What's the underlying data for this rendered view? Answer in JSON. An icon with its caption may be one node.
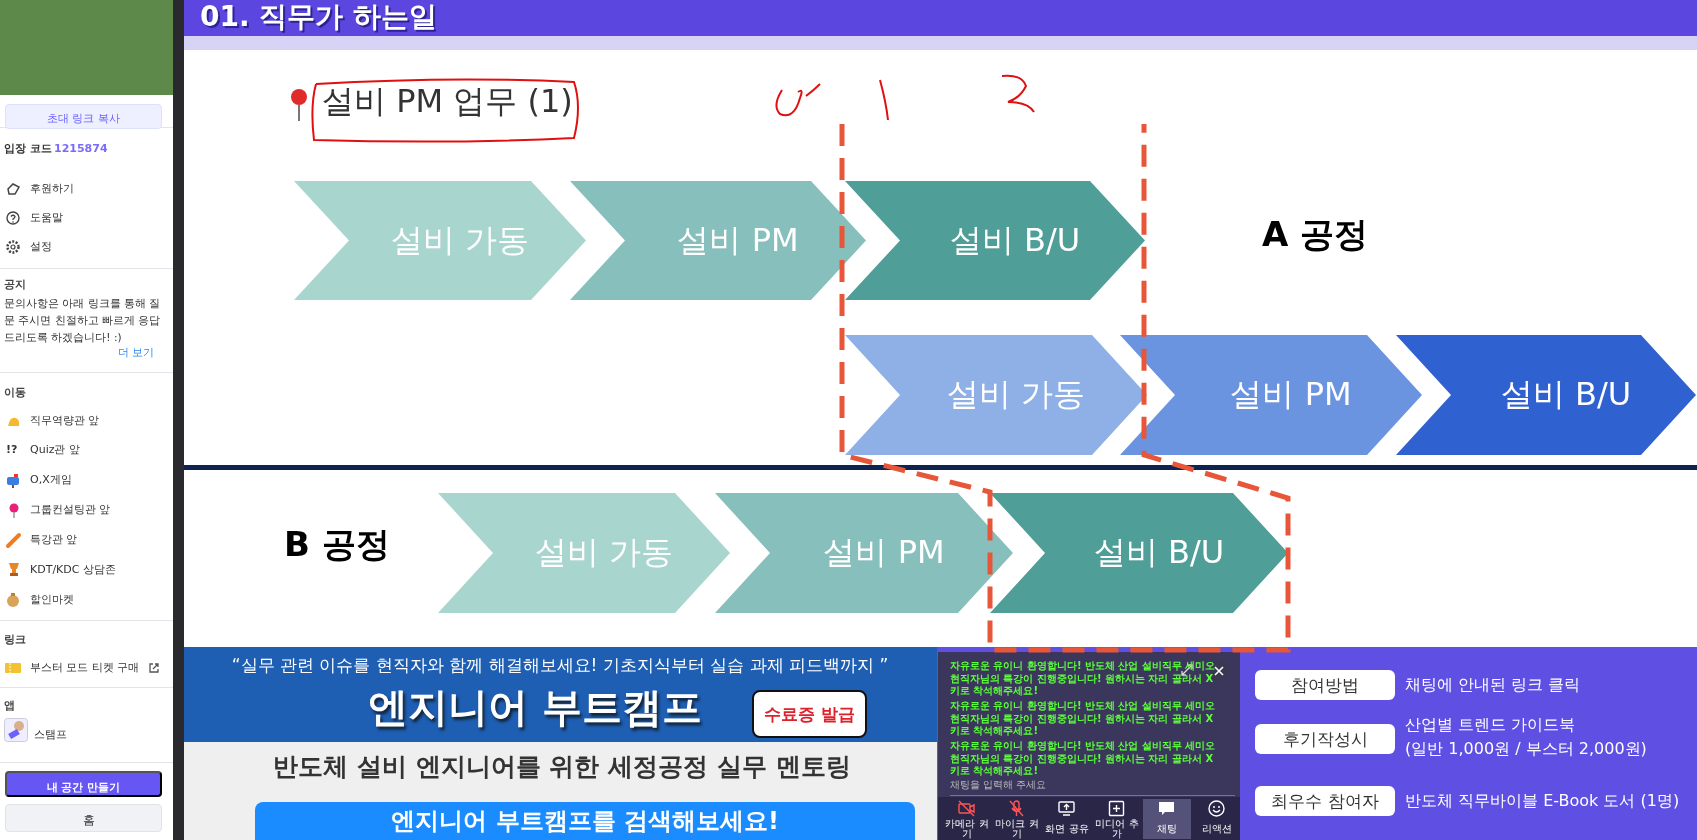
{
  "diagram": {
    "nodes": [
      {
        "text": [
          "설비 가동"
        ]
      },
      {
        "text": [
          "설비 PM"
        ]
      },
      {
        "text": [
          "설비 B/U"
        ]
      },
      {
        "text": [
          "설비 가동"
        ]
      },
      {
        "text": [
          "설비 PM"
        ]
      },
      {
        "text": [
          "설비 B/U"
        ]
      },
      {
        "text": [
          "설비 가동"
        ]
      },
      {
        "text": [
          "설비 PM"
        ]
      },
      {
        "text": [
          "설비 B/U"
        ]
      }
    ],
    "labels": [
      "01. 직무가 하는일",
      "설비 PM 업무 (1)",
      "A 공정",
      "B 공정",
      "초대 링크 복사",
      "입장 코드",
      "1215874",
      "후원하기",
      "도움말",
      "설정",
      "공지",
      "문의사항은 아래 링크를 통해 질문 주시면 친절하고 빠르게 응답드리도록 하겠습니다! :)",
      "더 보기",
      "이동",
      "직무역량관 앞",
      "!?",
      "Quiz관 앞",
      "O,X게임",
      "그룹컨설팅관 앞",
      "특강관 앞",
      "KDT/KDC 상담존",
      "할인마켓",
      "링크",
      "부스터 모드 티켓 구매",
      "앱",
      "스탬프",
      "내 공간 만들기",
      "홈",
      "“실무 관련 이슈를 현직자와 함께 해결해보세요! 기초지식부터 실습 과제 피드백까지 ”",
      "엔지니어 부트캠프",
      "수료증 발급",
      "반도체 설비 엔지니어를 위한 세정공정 실무 멘토링",
      "엔지니어 부트캠프를 검색해보세요!",
      "자유로운 유이니 환영합니다! 반도체 산업 설비직무 세미오 현직자님의 특강이 진행중입니다! 원하시는 자리 골라서 X 키로 착석해주세요!",
      "자유로운 유이니 환영합니다! 반도체 산업 설비직무 세미오 현직자님의 특강이 진행중입니다! 원하시는 자리 골라서 X 키로 착석해주세요!",
      "자유로운 유이니 환영합니다! 반도체 산업 설비직무 세미오 현직자님의 특강이 진행중입니다! 원하시는 자리 골라서 X 키로 착석해주세요!",
      "채팅을 입력해 주세요",
      "카메라 켜기",
      "마이크 켜기",
      "화면 공유",
      "미디어 추가",
      "채팅",
      "리액션",
      "참여방법",
      "채팅에 안내된 링크 클릭",
      "후기작성시",
      "산업별 트렌드 가이드북",
      "(일반 1,000원 / 부스터 2,000원)",
      "최우수 참여자",
      "반도체 직무바이블 E-Book 도서 (1명)"
    ]
  }
}
